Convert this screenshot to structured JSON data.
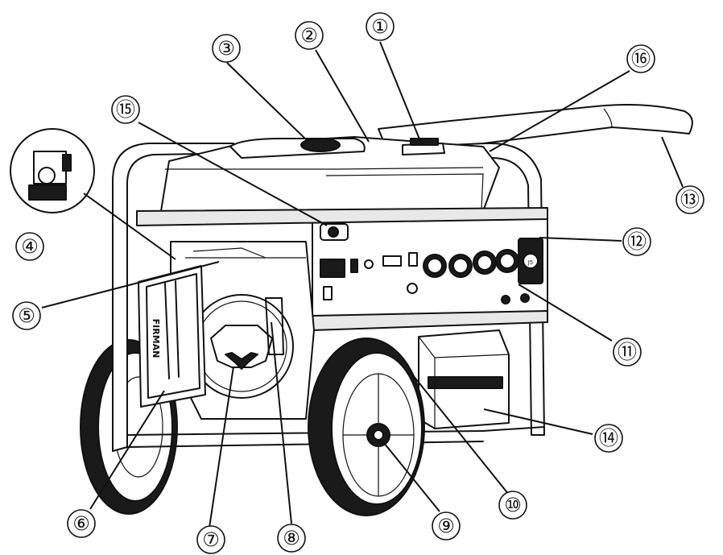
{
  "diagram": {
    "callouts": [
      {
        "label": "①"
      },
      {
        "label": "②"
      },
      {
        "label": "③"
      },
      {
        "label": "④"
      },
      {
        "label": "⑤"
      },
      {
        "label": "⑥"
      },
      {
        "label": "⑦"
      },
      {
        "label": "⑧"
      },
      {
        "label": "⑨"
      },
      {
        "label": "⑩"
      },
      {
        "label": "⑪"
      },
      {
        "label": "⑫"
      },
      {
        "label": "⑬"
      },
      {
        "label": "⑭"
      },
      {
        "label": "⑮"
      },
      {
        "label": "⑯"
      }
    ],
    "brand": "FIRMAN",
    "outlet_label": "J5"
  }
}
